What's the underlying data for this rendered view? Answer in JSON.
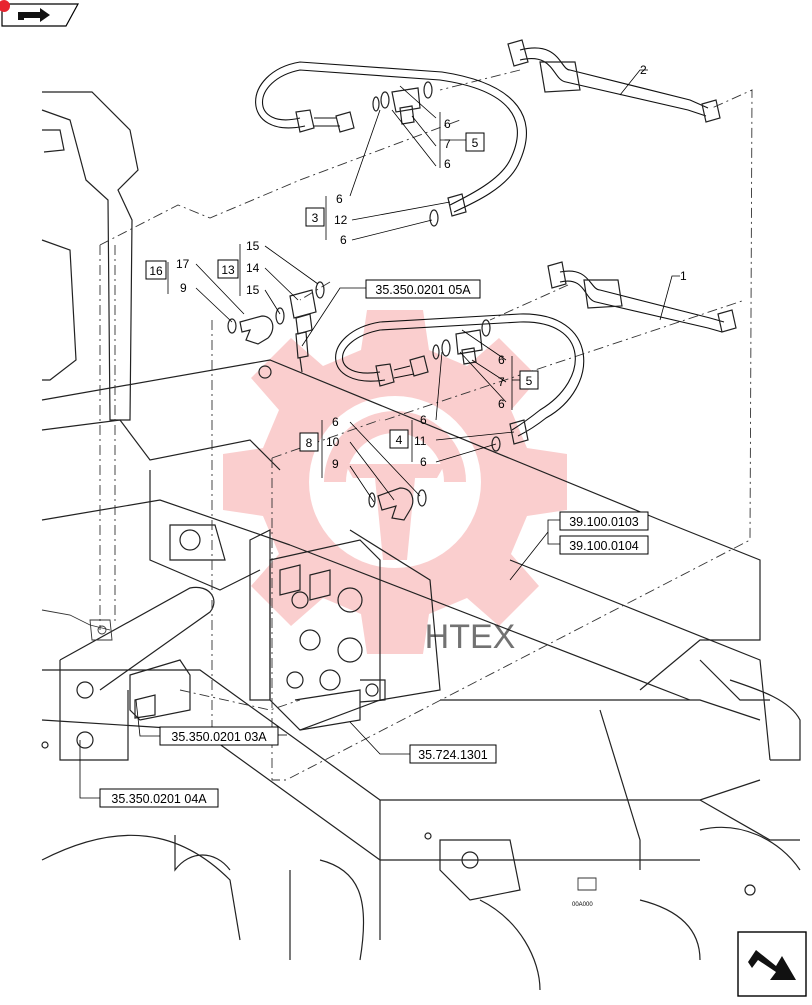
{
  "diagram": {
    "callouts": {
      "hose_2": "2",
      "hose_1": "1",
      "upper_group": [
        "6",
        "7",
        "6"
      ],
      "upper_group_box": "5",
      "upper_hose_group": [
        "6",
        "12",
        "6"
      ],
      "upper_hose_group_box": "3",
      "sensor_group": [
        "15",
        "14",
        "15"
      ],
      "sensor_group_box": "13",
      "elbow_group": [
        "17",
        "9"
      ],
      "elbow_group_box": "16",
      "lower_group": [
        "6",
        "7",
        "6"
      ],
      "lower_group_box": "5",
      "lower_hose_group": [
        "6",
        "11",
        "6"
      ],
      "lower_hose_group_box": "4",
      "lower_elbow_group": [
        "6",
        "10",
        "9"
      ],
      "lower_elbow_group_box": "8"
    },
    "references": {
      "ref_sensor": "35.350.0201 05A",
      "ref_frame_a": "39.100.0103",
      "ref_frame_b": "39.100.0104",
      "ref_lever": "35.350.0201 03A",
      "ref_valve": "35.724.1301",
      "ref_bracket": "35.350.0201 04A"
    },
    "footer_code": "00A000",
    "watermark_text": "HTEX"
  }
}
